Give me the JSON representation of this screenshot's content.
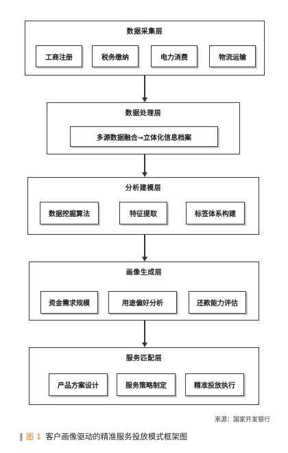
{
  "layers": [
    {
      "title": "数据采集层",
      "items": [
        "工商注册",
        "税务缴纳",
        "电力消费",
        "物流运输"
      ]
    },
    {
      "title": "数据处理层",
      "items": [
        "多源数据融合→立体化信息档案"
      ]
    },
    {
      "title": "分析建模层",
      "items": [
        "数据挖掘算法",
        "特征提取",
        "标签体系构建"
      ]
    },
    {
      "title": "画像生成层",
      "items": [
        "资金需求规模",
        "用途偏好分析",
        "还款能力评估"
      ]
    },
    {
      "title": "服务匹配层",
      "items": [
        "产品方案设计",
        "服务策略制定",
        "精准投放执行"
      ]
    }
  ],
  "source": "来源：国家开发银行",
  "caption": {
    "mark": "‖",
    "fig_label": "图 1",
    "text": "客户画像驱动的精准服务投放模式框架图"
  },
  "colors": {
    "figure_label": "#e07a1f",
    "line": "#333333"
  }
}
